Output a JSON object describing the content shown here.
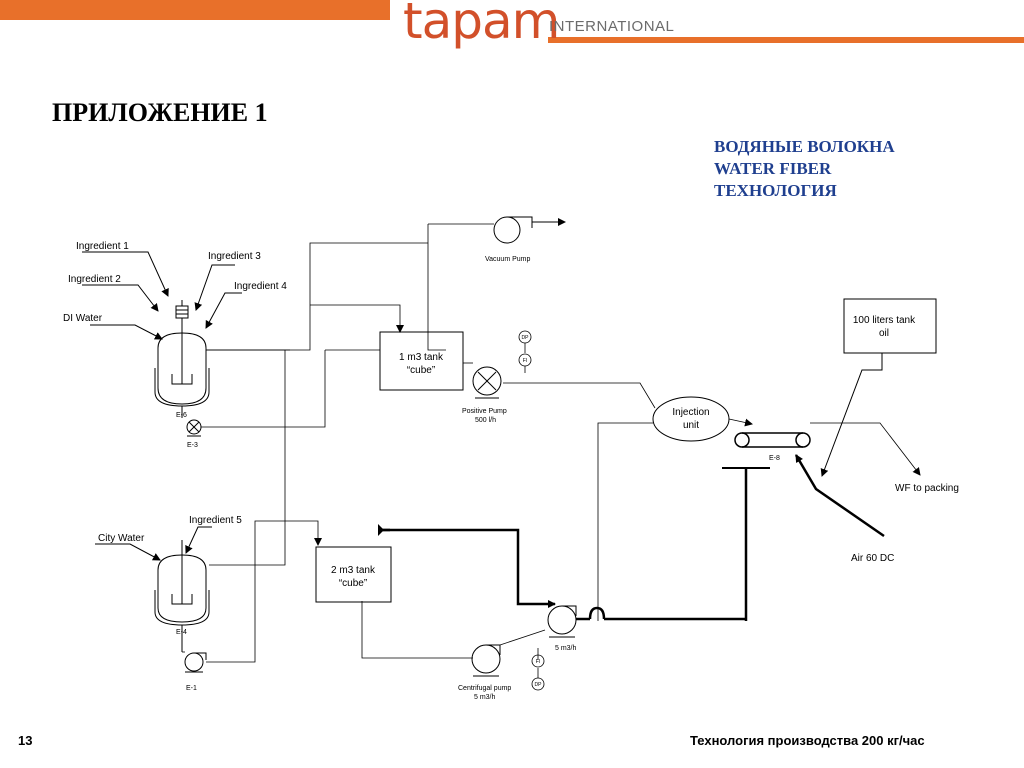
{
  "header": {
    "logo_text": "tapam",
    "logo_sub": "INTERNATIONAL",
    "accent_color": "#e8702a"
  },
  "title": "ПРИЛОЖЕНИЕ 1",
  "subtitle": [
    "ВОДЯНЫЕ ВОЛОКНА",
    "WATER FIBER",
    "ТЕХНОЛОГИЯ"
  ],
  "diagram": {
    "labels": {
      "ingredient1": "Ingredient 1",
      "ingredient2": "Ingredient 2",
      "ingredient3": "Ingredient 3",
      "ingredient4": "Ingredient 4",
      "di_water": "DI Water",
      "ingredient5": "Ingredient 5",
      "city_water": "City Water",
      "vacuum_pump": "Vacuum Pump",
      "tank1_l1": "1 m3 tank",
      "tank1_l2": "“cube”",
      "tank2_l1": "2 m3 tank",
      "tank2_l2": "“cube”",
      "dp": "DP",
      "fi": "FI",
      "pos_pump_l1": "Positive Pump",
      "pos_pump_l2": "500 l/h",
      "injection_l1": "Injection",
      "injection_l2": "unit",
      "oil_tank_l1": "100 liters tank",
      "oil_tank_l2": "oil",
      "e8": "E-8",
      "e6": "E-6",
      "e3": "E-3",
      "e4": "E-4",
      "e1": "E-1",
      "wf_packing": "WF to packing",
      "air": "Air 60 DC",
      "flow_5m3h": "5 m3/h",
      "centrifugal_l1": "Centrifugal pump",
      "centrifugal_l2": "5 m3/h",
      "fi2": "FI",
      "dp2": "DP"
    }
  },
  "footer": {
    "page_number": "13",
    "text": "Технология производства 200 кг/час"
  }
}
